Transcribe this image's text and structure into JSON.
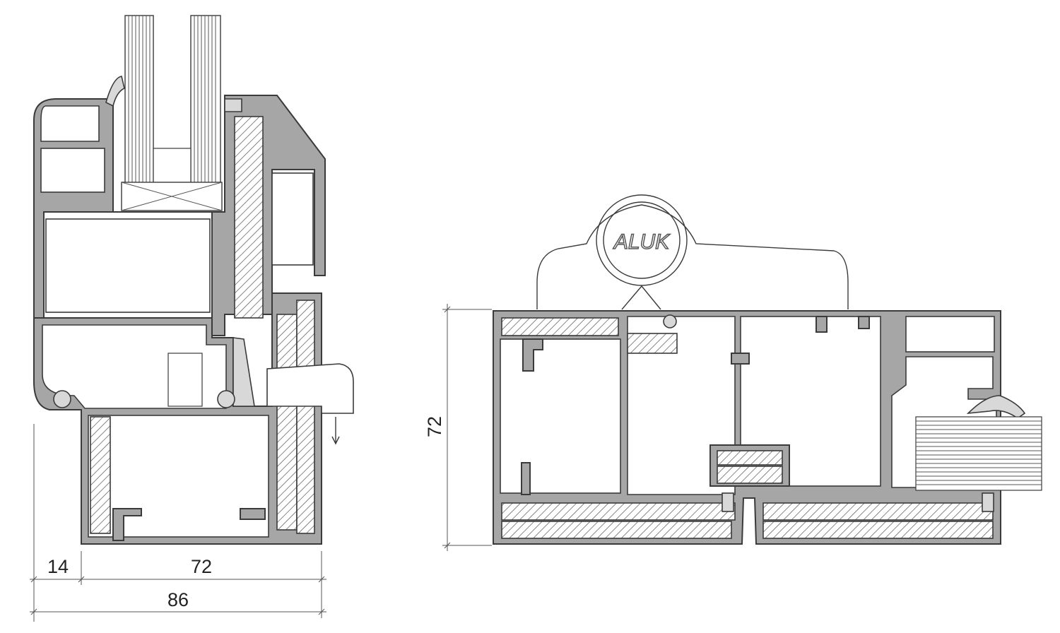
{
  "dimensions": {
    "left_small": "14",
    "left_main": "72",
    "left_total": "86",
    "right_height": "72"
  },
  "logo": {
    "text": "ALUK"
  },
  "colors": {
    "profile": "#a6a6a6",
    "outline": "#3a3a3a",
    "background": "#ffffff"
  }
}
